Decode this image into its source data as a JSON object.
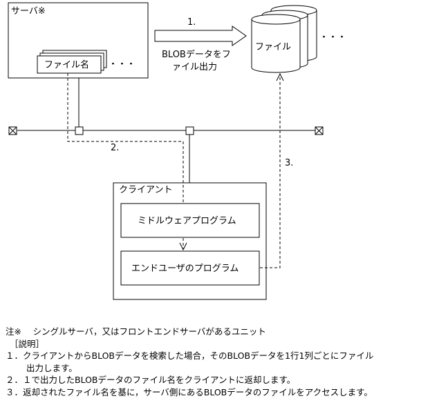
{
  "diagram": {
    "server_label": "サーバ※",
    "filename_label": "ファイル名",
    "server_ellipsis": "・・・",
    "step1_number": "1.",
    "step1_text_line1": "BLOBデータをフ",
    "step1_text_line2": "ァイル出力",
    "file_label": "ファイル",
    "file_ellipsis": "・・・",
    "step2_number": "2.",
    "step3_number": "3.",
    "client_label": "クライアント",
    "middleware_label": "ミドルウェアプログラム",
    "enduser_label": "エンドユーザのプログラム"
  },
  "notes": {
    "note_head": "注※　 シングルサーバ，又はフロントエンドサーバがあるユニット",
    "explanation_head": "［説明］",
    "item1_line1": "１．クライアントからBLOBデータを検索した場合，そのBLOBデータを1行1列ごとにファイル",
    "item1_line2": "出力します。",
    "item2": "２．１で出力したBLOBデータのファイル名をクライアントに返却します。",
    "item3": "３．返却されたファイル名を基に，サーバ側にあるBLOBデータのファイルをアクセスします。"
  }
}
